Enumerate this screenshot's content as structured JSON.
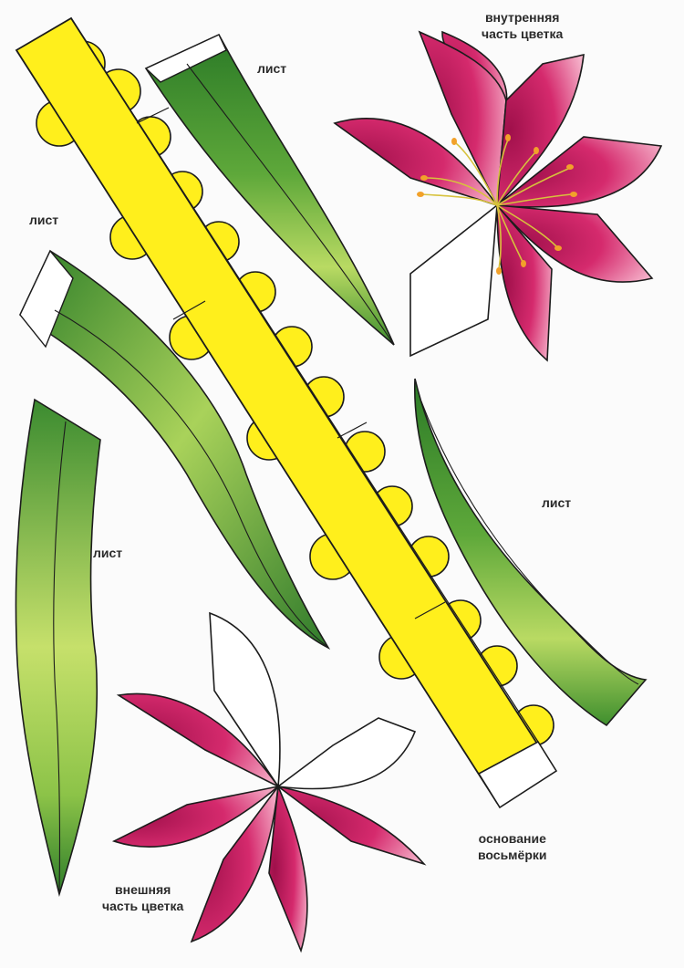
{
  "labels": {
    "leaf_top": "лист",
    "leaf_left": "лист",
    "leaf_right": "лист",
    "leaf_bottom_left": "лист",
    "inner_flower_line1": "внутренняя",
    "inner_flower_line2": "часть цветка",
    "outer_flower_line1": "внешняя",
    "outer_flower_line2": "часть цветка",
    "base_line1": "основание",
    "base_line2": "восьмёрки"
  },
  "colors": {
    "background": "#fbfbfb",
    "base_yellow": "#ffef1c",
    "petal_magenta": "#c7185a",
    "petal_light": "#f3a8c4",
    "leaf_dark": "#2f7d2a",
    "leaf_light": "#c8e06a",
    "outline": "#1c1c1c"
  }
}
